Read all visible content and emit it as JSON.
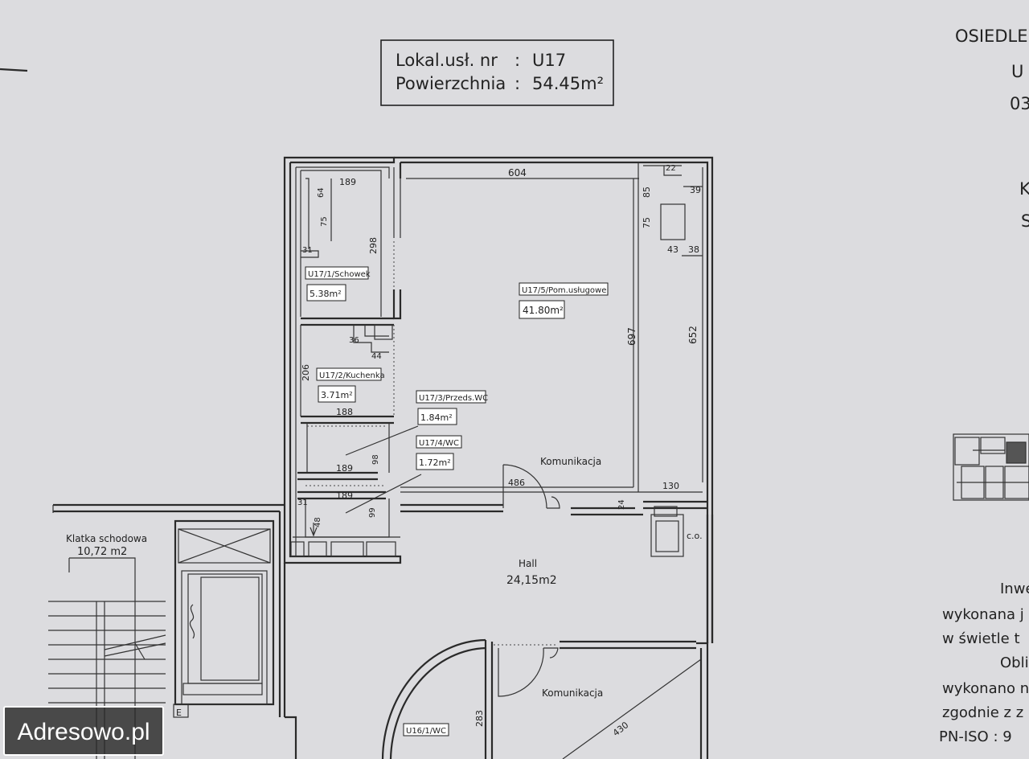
{
  "header": {
    "line1_label": "Lokal.usł. nr",
    "line1_value": "U17",
    "line2_label": "Powierzchnia",
    "line2_value": "54.45m²"
  },
  "right_margin": {
    "top": [
      "OSIEDLE",
      "U",
      "03"
    ],
    "mid": [
      "K",
      "S"
    ],
    "bottom": [
      "Inwe",
      "wykonana j",
      "w świetle t",
      "Obli",
      "wykonano n",
      "zgodnie z z",
      "PN-ISO : 9"
    ]
  },
  "rooms": {
    "schowek": {
      "name": "U17/1/Schowek",
      "area": "5.38m²"
    },
    "kuchenka": {
      "name": "U17/2/Kuchenka",
      "area": "3.71m²"
    },
    "przeds": {
      "name": "U17/3/Przeds.WC",
      "area": "1.84m²"
    },
    "wc": {
      "name": "U17/4/WC",
      "area": "1.72m²"
    },
    "pom": {
      "name": "U17/5/Pom.usługowe",
      "area": "41.80m²"
    },
    "u16wc": {
      "name": "U16/1/WC"
    }
  },
  "labels": {
    "komunikacja_upper": "Komunikacja",
    "komunikacja_lower": "Komunikacja",
    "hall_name": "Hall",
    "hall_area": "24,15m2",
    "klatka_name": "Klatka schodowa",
    "klatka_area": "10,72 m2",
    "co": "c.o.",
    "e": "E"
  },
  "dims": {
    "d604": "604",
    "d189a": "189",
    "d64": "64",
    "d75a": "75",
    "d298": "298",
    "d31a": "31",
    "d22": "22",
    "d85": "85",
    "d39": "39",
    "d75b": "75",
    "d43": "43",
    "d38": "38",
    "d697": "697",
    "d652": "652",
    "d36": "36",
    "d44": "44",
    "d206": "206",
    "d188": "188",
    "d98": "98",
    "d189b": "189",
    "d189c": "189",
    "d31b": "31",
    "d99": "99",
    "d48": "48",
    "d486": "486",
    "d130": "130",
    "d24": "24",
    "d283": "283",
    "d430": "430"
  },
  "watermark": "Adresowo.pl"
}
